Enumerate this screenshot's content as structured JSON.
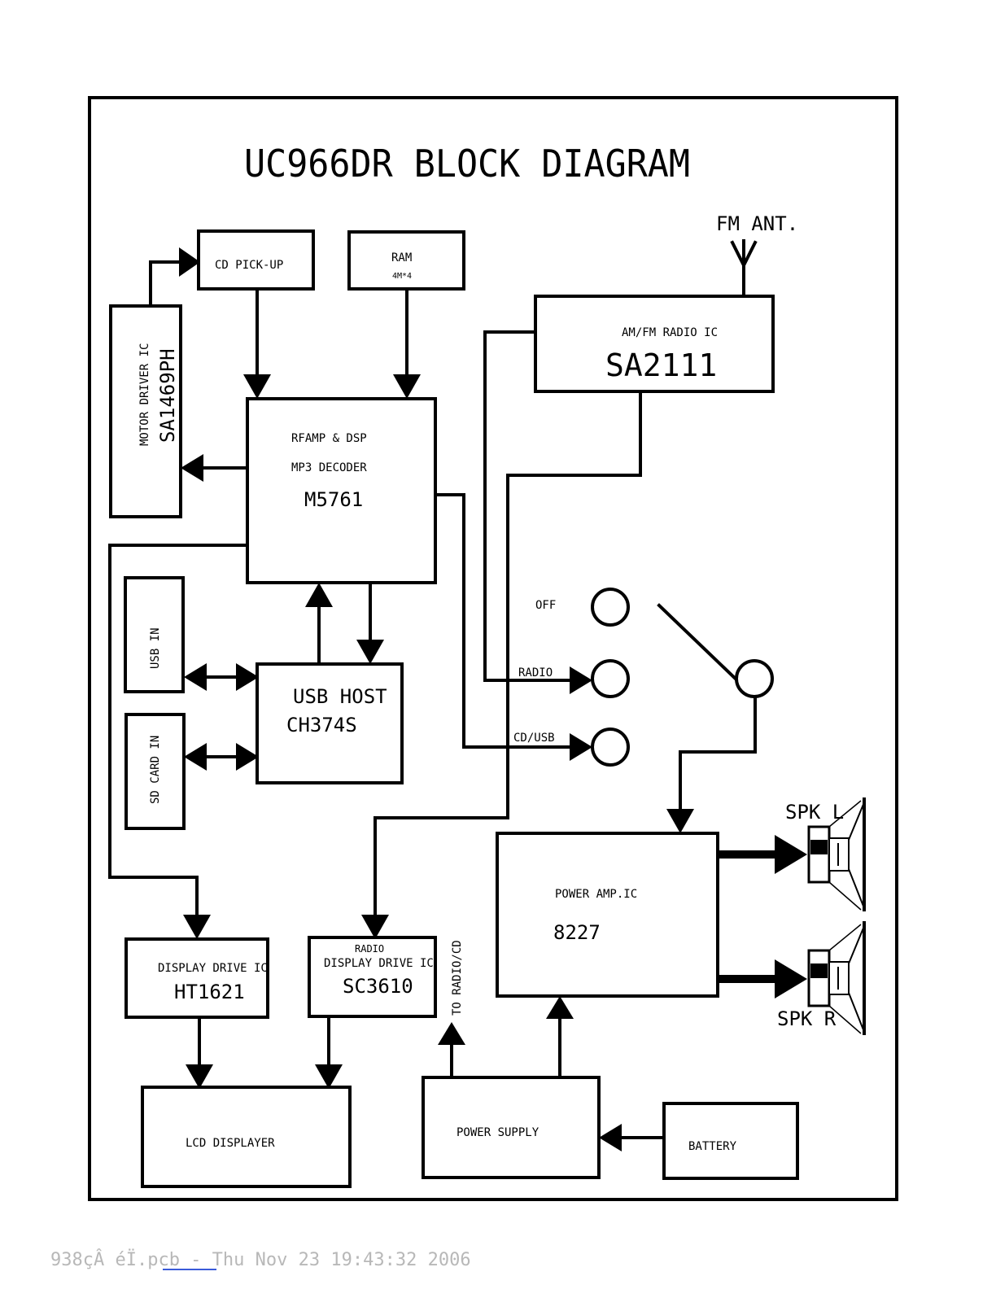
{
  "title": "UC966DR BLOCK DIAGRAM",
  "blocks": {
    "cd_pickup": "CD PICK-UP",
    "ram_label": "RAM",
    "ram_size": "4M*4",
    "motor_label": "MOTOR DRIVER IC",
    "motor_chip": "SA1469PH",
    "dsp_line1": "RFAMP & DSP",
    "dsp_line2": "MP3 DECODER",
    "dsp_chip": "M5761",
    "radio_label": "AM/FM RADIO IC",
    "radio_chip": "SA2111",
    "fm_ant": "FM ANT.",
    "usb_in": "USB IN",
    "sd_in": "SD CARD IN",
    "usb_host_label": "USB HOST",
    "usb_host_chip": "CH374S",
    "switch_off": "OFF",
    "switch_radio": "RADIO",
    "switch_cdusb": "CD/USB",
    "amp_label": "POWER AMP.IC",
    "amp_chip": "8227",
    "spk_l": "SPK L",
    "spk_r": "SPK R",
    "disp1_label": "DISPLAY DRIVE IC",
    "disp1_chip": "HT1621",
    "disp2_top": "RADIO",
    "disp2_label": "DISPLAY DRIVE IC",
    "disp2_chip": "SC3610",
    "to_radio_cd": "TO RADIO/CD",
    "lcd": "LCD DISPLAYER",
    "power_supply": "POWER SUPPLY",
    "battery": "BATTERY"
  },
  "footer": "938çÂ éÏ.pcb - Thu Nov 23 19:43:32 2006"
}
